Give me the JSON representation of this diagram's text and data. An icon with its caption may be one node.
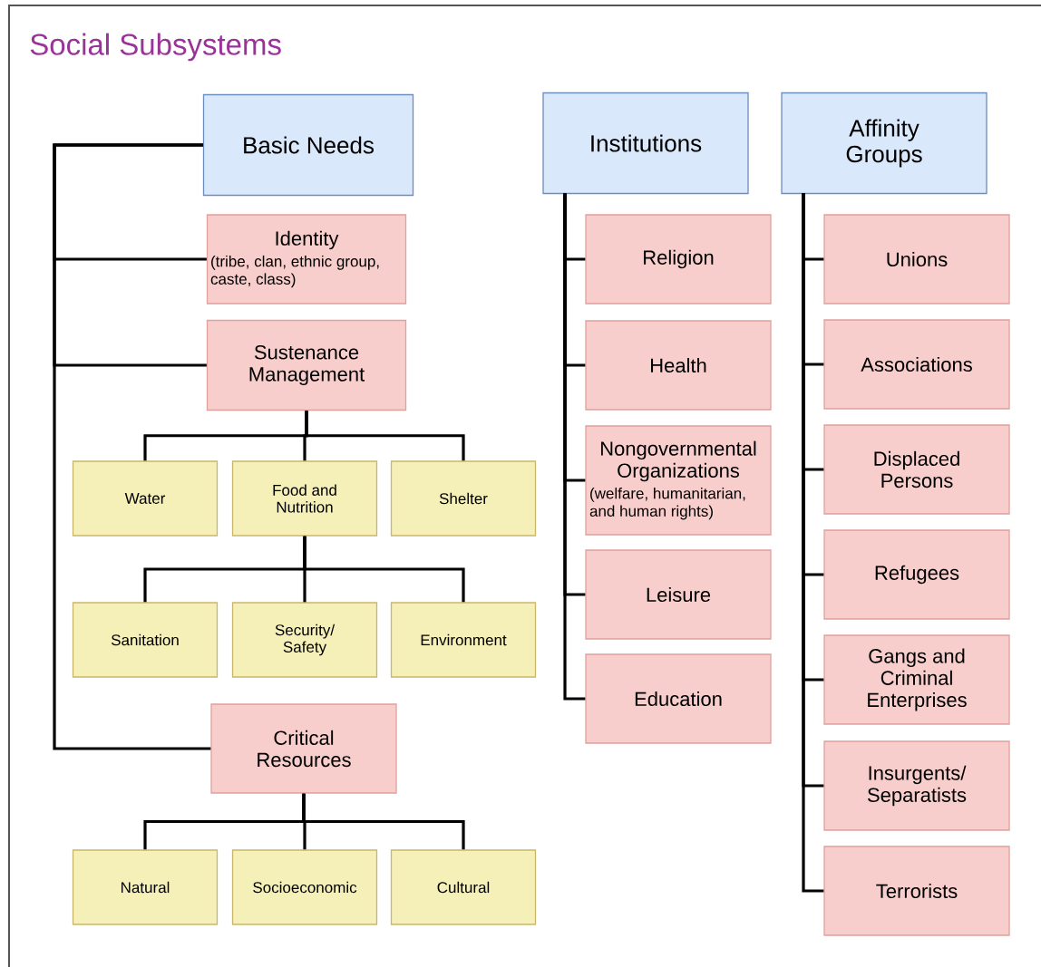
{
  "diagram": {
    "title": "Social Subsystems",
    "nodes": [
      {
        "text": [
          "Basic Needs"
        ]
      },
      {
        "text": [
          "Identity",
          "(tribe, clan, ethnic group, caste, class)"
        ]
      },
      {
        "text": [
          "Sustenance Management"
        ]
      },
      {
        "text": [
          "Water"
        ]
      },
      {
        "text": [
          "Food and Nutrition"
        ]
      },
      {
        "text": [
          "Shelter"
        ]
      },
      {
        "text": [
          "Sanitation"
        ]
      },
      {
        "text": [
          "Security/ Safety"
        ]
      },
      {
        "text": [
          "Environment"
        ]
      },
      {
        "text": [
          "Critical Resources"
        ]
      },
      {
        "text": [
          "Natural"
        ]
      },
      {
        "text": [
          "Socioeconomic"
        ]
      },
      {
        "text": [
          "Cultural"
        ]
      },
      {
        "text": [
          "Institutions"
        ]
      },
      {
        "text": [
          "Religion"
        ]
      },
      {
        "text": [
          "Health"
        ]
      },
      {
        "text": [
          "Nongovernmental Organizations",
          "(welfare, humanitarian, and human rights)"
        ]
      },
      {
        "text": [
          "Leisure"
        ]
      },
      {
        "text": [
          "Education"
        ]
      },
      {
        "text": [
          "Affinity Groups"
        ]
      },
      {
        "text": [
          "Unions"
        ]
      },
      {
        "text": [
          "Associations"
        ]
      },
      {
        "text": [
          "Displaced Persons"
        ]
      },
      {
        "text": [
          "Refugees"
        ]
      },
      {
        "text": [
          "Gangs and Criminal Enterprises"
        ]
      },
      {
        "text": [
          "Insurgents/ Separatists"
        ]
      },
      {
        "text": [
          "Terrorists"
        ]
      }
    ],
    "edges": [
      {
        "from": 0,
        "to": 1,
        "arrow": "none"
      },
      {
        "from": 0,
        "to": 2,
        "arrow": "none"
      },
      {
        "from": 0,
        "to": 9,
        "arrow": "none"
      },
      {
        "from": 2,
        "to": 3,
        "arrow": "none"
      },
      {
        "from": 2,
        "to": 4,
        "arrow": "none"
      },
      {
        "from": 2,
        "to": 5,
        "arrow": "none"
      },
      {
        "from": 4,
        "to": 6,
        "arrow": "none"
      },
      {
        "from": 4,
        "to": 7,
        "arrow": "none"
      },
      {
        "from": 4,
        "to": 8,
        "arrow": "none"
      },
      {
        "from": 9,
        "to": 10,
        "arrow": "none"
      },
      {
        "from": 9,
        "to": 11,
        "arrow": "none"
      },
      {
        "from": 9,
        "to": 12,
        "arrow": "none"
      },
      {
        "from": 13,
        "to": 14,
        "arrow": "none"
      },
      {
        "from": 13,
        "to": 15,
        "arrow": "none"
      },
      {
        "from": 13,
        "to": 16,
        "arrow": "none"
      },
      {
        "from": 13,
        "to": 17,
        "arrow": "none"
      },
      {
        "from": 13,
        "to": 18,
        "arrow": "none"
      },
      {
        "from": 19,
        "to": 20,
        "arrow": "none"
      },
      {
        "from": 19,
        "to": 21,
        "arrow": "none"
      },
      {
        "from": 19,
        "to": 22,
        "arrow": "none"
      },
      {
        "from": 19,
        "to": 23,
        "arrow": "none"
      },
      {
        "from": 19,
        "to": 24,
        "arrow": "none"
      },
      {
        "from": 19,
        "to": 25,
        "arrow": "none"
      },
      {
        "from": 19,
        "to": 26,
        "arrow": "none"
      }
    ]
  }
}
